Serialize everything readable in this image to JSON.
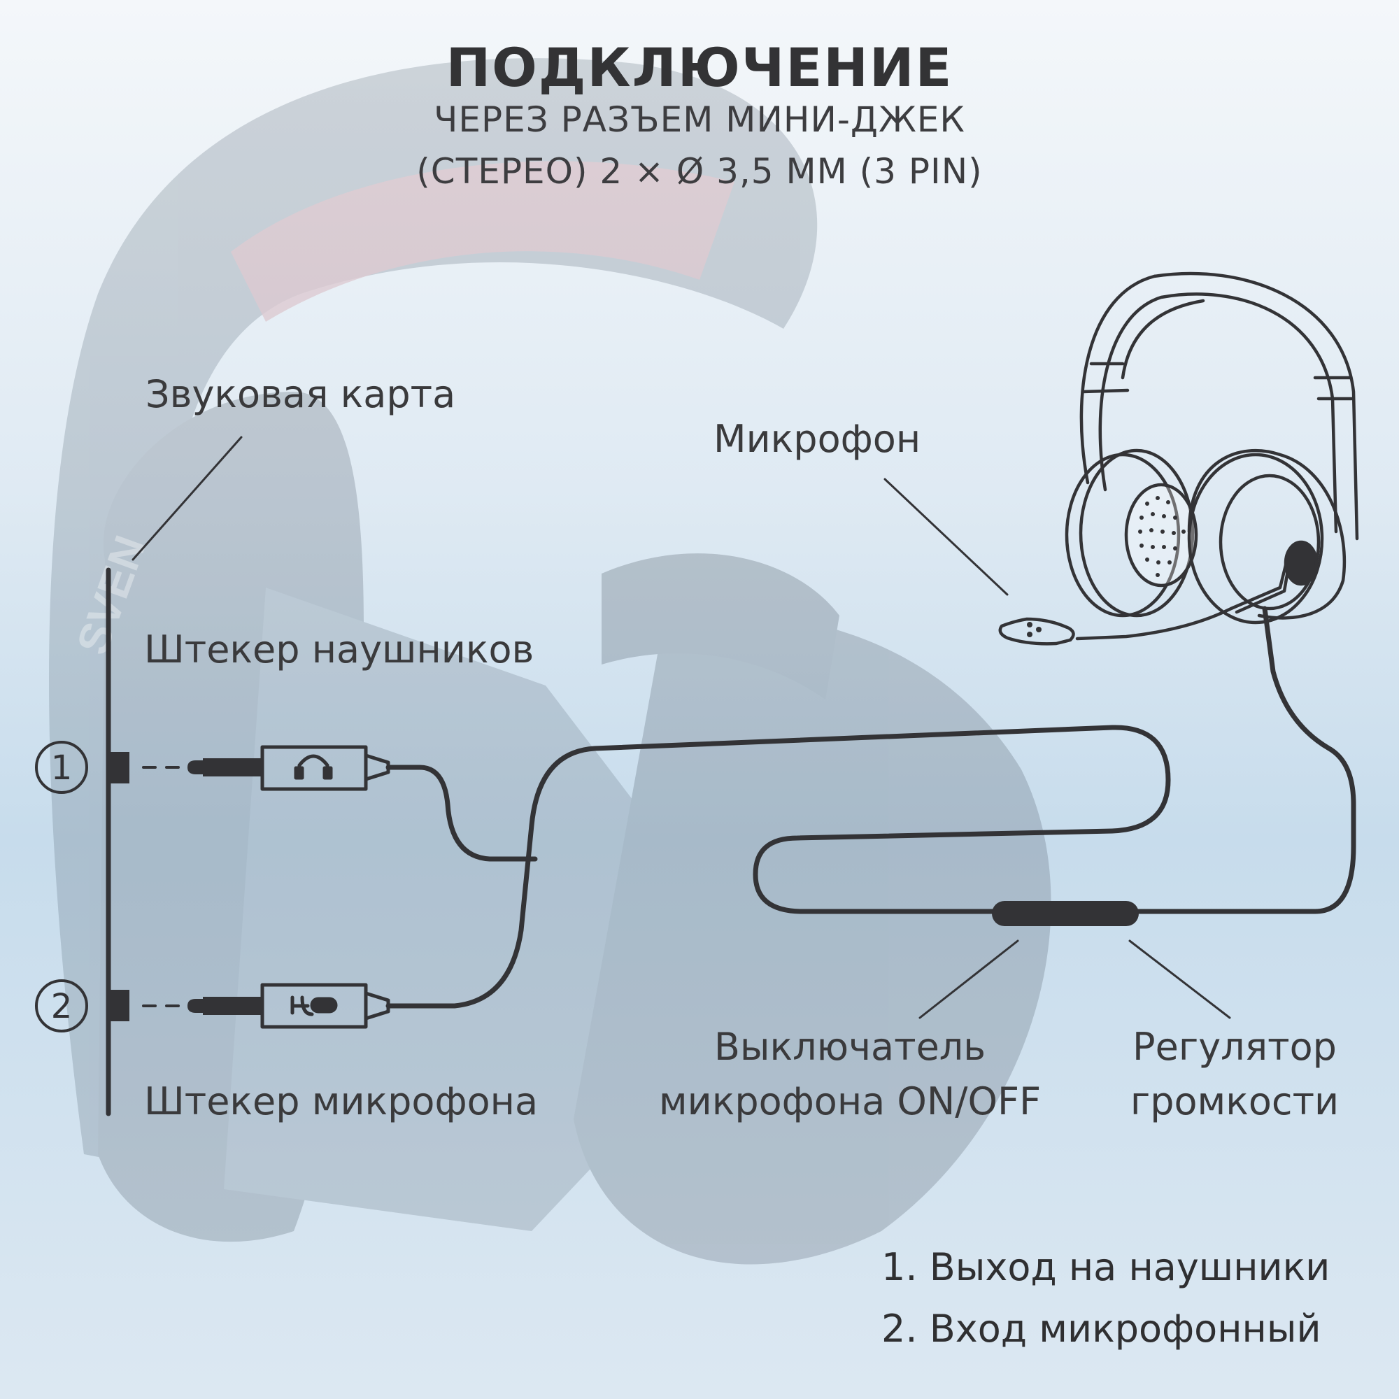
{
  "title": "ПОДКЛЮЧЕНИЕ",
  "subtitle_line1": "ЧЕРЕЗ РАЗЪЕМ МИНИ-ДЖЕК",
  "subtitle_line2": "(СТЕРЕО) 2 × Ø 3,5 ММ (3 PIN)",
  "labels": {
    "sound_card": "Звуковая карта",
    "headphone_plug": "Штекер наушников",
    "microphone_plug": "Штекер микрофона",
    "microphone": "Микрофон",
    "mic_switch_line1": "Выключатель",
    "mic_switch_line2": "микрофона ON/OFF",
    "volume_line1": "Регулятор",
    "volume_line2": "громкости"
  },
  "ports": [
    {
      "number": "1"
    },
    {
      "number": "2"
    }
  ],
  "legend": [
    {
      "num": "1.",
      "text": "Выход на наушники"
    },
    {
      "num": "2.",
      "text": "Вход микрофонный"
    }
  ],
  "background_logo": "SVEN",
  "colors": {
    "line": "#333336",
    "bg_top": "#f4f7fa",
    "bg_mid": "#c7dcec",
    "accent_red": "#c0404a"
  }
}
